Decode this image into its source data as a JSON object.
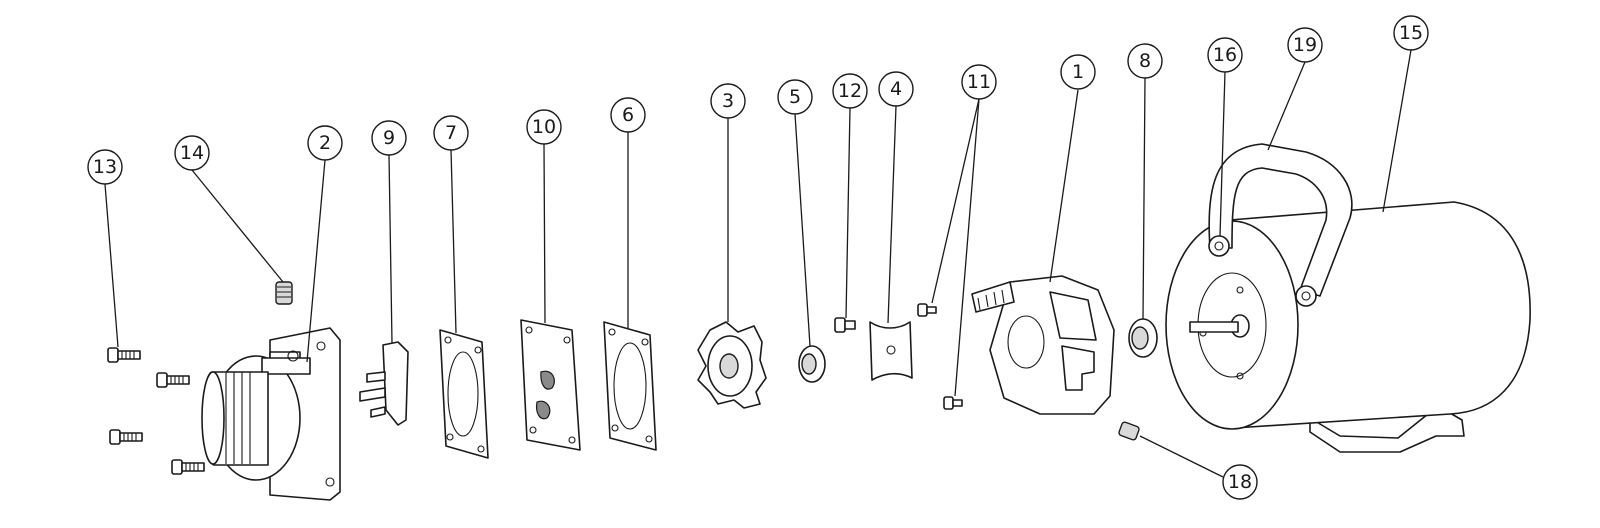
{
  "callouts": [
    {
      "id": "c1",
      "label": "1"
    },
    {
      "id": "c2",
      "label": "2"
    },
    {
      "id": "c3",
      "label": "3"
    },
    {
      "id": "c4",
      "label": "4"
    },
    {
      "id": "c5",
      "label": "5"
    },
    {
      "id": "c6",
      "label": "6"
    },
    {
      "id": "c7",
      "label": "7"
    },
    {
      "id": "c8",
      "label": "8"
    },
    {
      "id": "c9",
      "label": "9"
    },
    {
      "id": "c10",
      "label": "10"
    },
    {
      "id": "c11",
      "label": "11"
    },
    {
      "id": "c12",
      "label": "12"
    },
    {
      "id": "c13",
      "label": "13"
    },
    {
      "id": "c14",
      "label": "14"
    },
    {
      "id": "c15",
      "label": "15"
    },
    {
      "id": "c16",
      "label": "16"
    },
    {
      "id": "c18",
      "label": "18"
    },
    {
      "id": "c19",
      "label": "19"
    }
  ]
}
